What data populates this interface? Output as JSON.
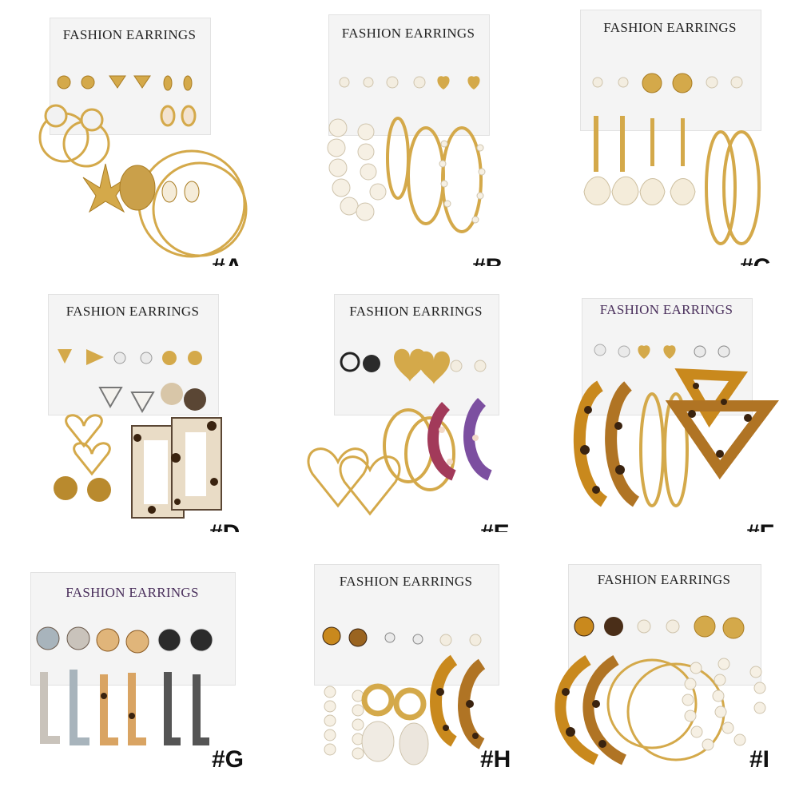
{
  "products": [
    {
      "label": "#A",
      "card_title": "FASHION EARRINGS",
      "tone": "gold"
    },
    {
      "label": "#B",
      "card_title": "FASHION EARRINGS",
      "tone": "pearl"
    },
    {
      "label": "#C",
      "card_title": "FASHION EARRINGS",
      "tone": "pearl-gold"
    },
    {
      "label": "#D",
      "card_title": "FASHION EARRINGS",
      "tone": "tortoise-cream"
    },
    {
      "label": "#E",
      "card_title": "FASHION EARRINGS",
      "tone": "multicolor"
    },
    {
      "label": "#F",
      "card_title": "FASHION EARRINGS",
      "tone": "tortoise"
    },
    {
      "label": "#G",
      "card_title": "FASHION EARRINGS",
      "tone": "marble"
    },
    {
      "label": "#H",
      "card_title": "FASHION EARRINGS",
      "tone": "tortoise-pearl"
    },
    {
      "label": "#I",
      "card_title": "FASHION EARRINGS",
      "tone": "tortoise-pearl"
    }
  ],
  "colors": {
    "gold": "#d4a94a",
    "gold_dark": "#a97c22",
    "pearl": "#f3ede0",
    "tortoise_light": "#e8b35a",
    "tortoise_dark": "#3a230f",
    "card": "#f4f4f4",
    "title_text": "#222222"
  }
}
